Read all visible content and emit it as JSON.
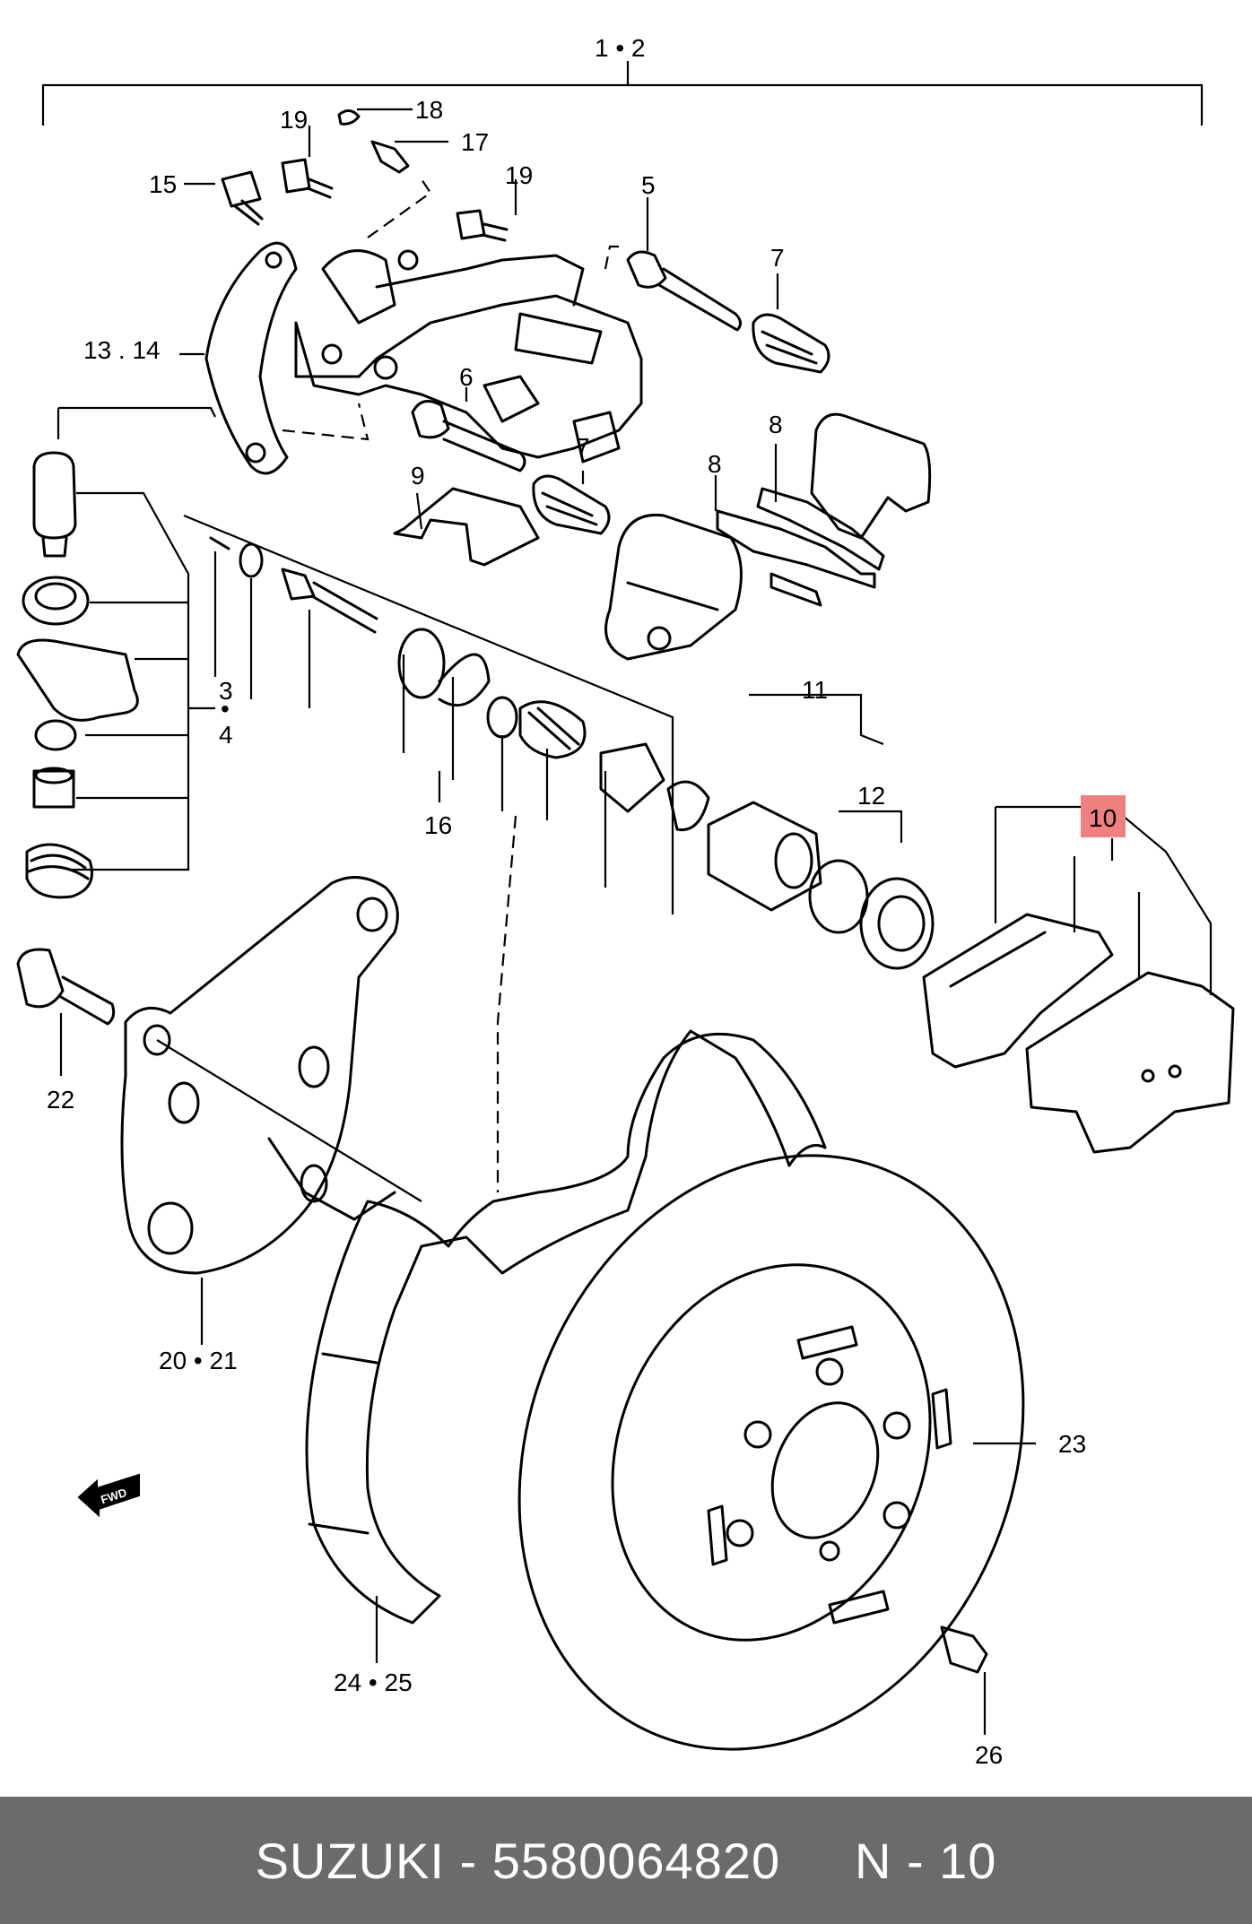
{
  "callouts": {
    "c1_2": "1 • 2",
    "c3": "3",
    "c3_dot": "•",
    "c4": "4",
    "c5": "5",
    "c6": "6",
    "c7a": "7",
    "c7b": "7",
    "c8a": "8",
    "c8b": "8",
    "c9": "9",
    "c10": "10",
    "c11": "11",
    "c12": "12",
    "c13_14": "13 . 14",
    "c15": "15",
    "c16": "16",
    "c17": "17",
    "c18": "18",
    "c19a": "19",
    "c19b": "19",
    "c20_21": "20 • 21",
    "c22": "22",
    "c23": "23",
    "c24_25": "24 • 25",
    "c26": "26"
  },
  "fwd_label": "FWD",
  "highlight_color": "#f08080",
  "footer": {
    "brand": "SUZUKI",
    "sep1": " - ",
    "part_number": "5580064820",
    "sep2": "     ",
    "ref": "N - 10"
  }
}
